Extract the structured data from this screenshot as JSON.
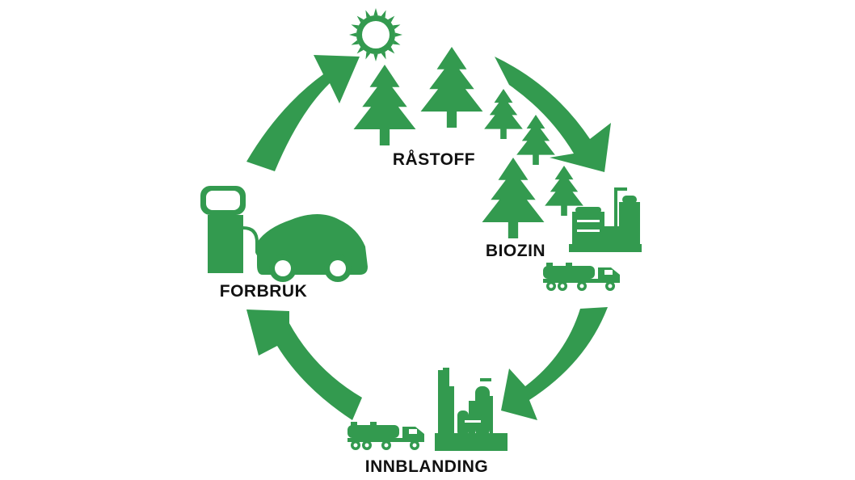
{
  "colors": {
    "green": "#339a4f",
    "text": "#111111",
    "background": "#ffffff"
  },
  "stages": {
    "raw_material": {
      "label": "RÅSTOFF",
      "icons": [
        "sun-icon",
        "tree-icon"
      ]
    },
    "biofuel": {
      "label": "BIOZIN",
      "icons": [
        "factory-icon",
        "tanker-truck-icon"
      ]
    },
    "blending": {
      "label": "INNBLANDING",
      "icons": [
        "refinery-icon",
        "tanker-truck-icon"
      ]
    },
    "consumption": {
      "label": "FORBRUK",
      "icons": [
        "fuel-pump-icon",
        "car-icon"
      ]
    }
  },
  "cycle_arrows": [
    "arrow-to-raw-material",
    "arrow-to-biofuel",
    "arrow-to-blending",
    "arrow-to-consumption"
  ]
}
